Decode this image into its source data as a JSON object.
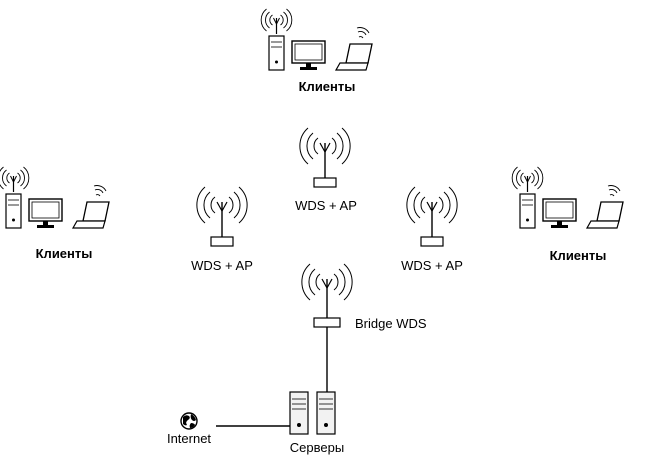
{
  "labels": {
    "clients_top": "Клиенты",
    "clients_left": "Клиенты",
    "clients_right": "Клиенты",
    "ap_top": "WDS + AP",
    "ap_left": "WDS + AP",
    "ap_right": "WDS + AP",
    "bridge": "Bridge WDS",
    "internet": "Internet",
    "servers": "Серверы"
  },
  "icons": {
    "client_group": [
      "tower-pc-icon",
      "monitor-icon",
      "laptop-icon"
    ],
    "access_point": "wireless-access-point-icon",
    "bridge": "wireless-bridge-icon",
    "globe": "globe-icon",
    "server": "server-icon"
  },
  "colors": {
    "lines": "#000000",
    "background": "#ffffff",
    "fill_light": "#f2f2f2"
  }
}
